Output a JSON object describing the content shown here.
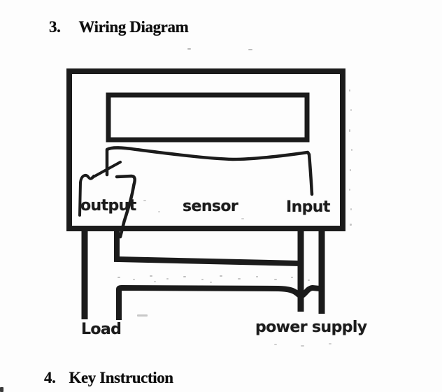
{
  "document": {
    "sections": [
      {
        "number": "3.",
        "title": "Wiring Diagram"
      },
      {
        "number": "4.",
        "title": "Key Instruction"
      }
    ],
    "diagram": {
      "type": "wiring-diagram",
      "terminals": {
        "output": "output",
        "sensor": "sensor",
        "input": "Input"
      },
      "connections": {
        "load": "Load",
        "power_supply": "power supply"
      },
      "ink_color": "#1b1b1b",
      "paper_color": "#fdfdfd"
    }
  }
}
